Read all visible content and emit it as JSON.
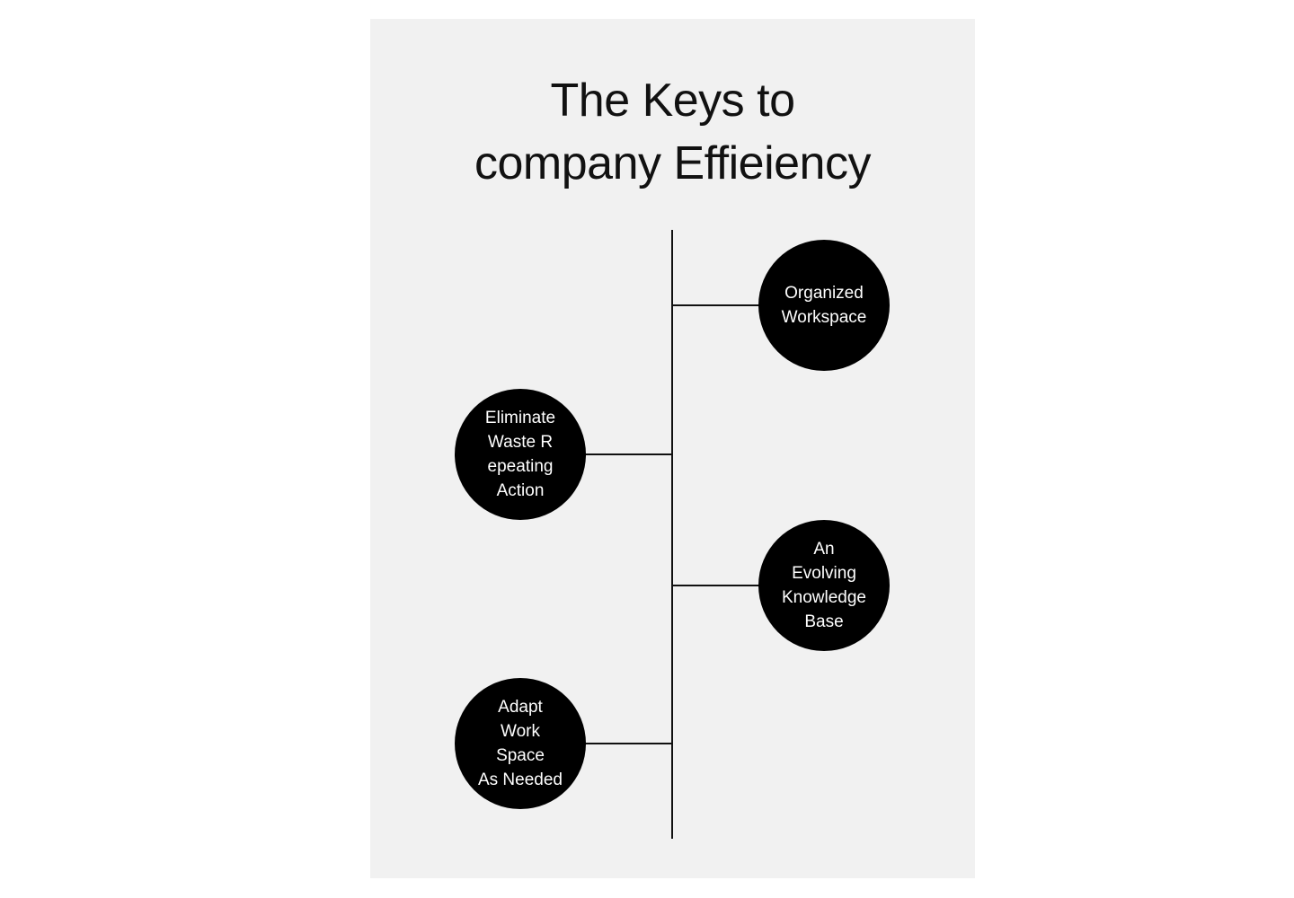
{
  "diagram": {
    "title_line1": "The Keys to",
    "title_line2": "company Effieiency",
    "nodes": [
      {
        "label": "Organized\nWorkspace"
      },
      {
        "label": "Eliminate\nWaste R\nepeating\nAction"
      },
      {
        "label": "An\nEvolving\nKnowledge\nBase"
      },
      {
        "label": "Adapt\nWork\nSpace\nAs Needed"
      }
    ]
  }
}
